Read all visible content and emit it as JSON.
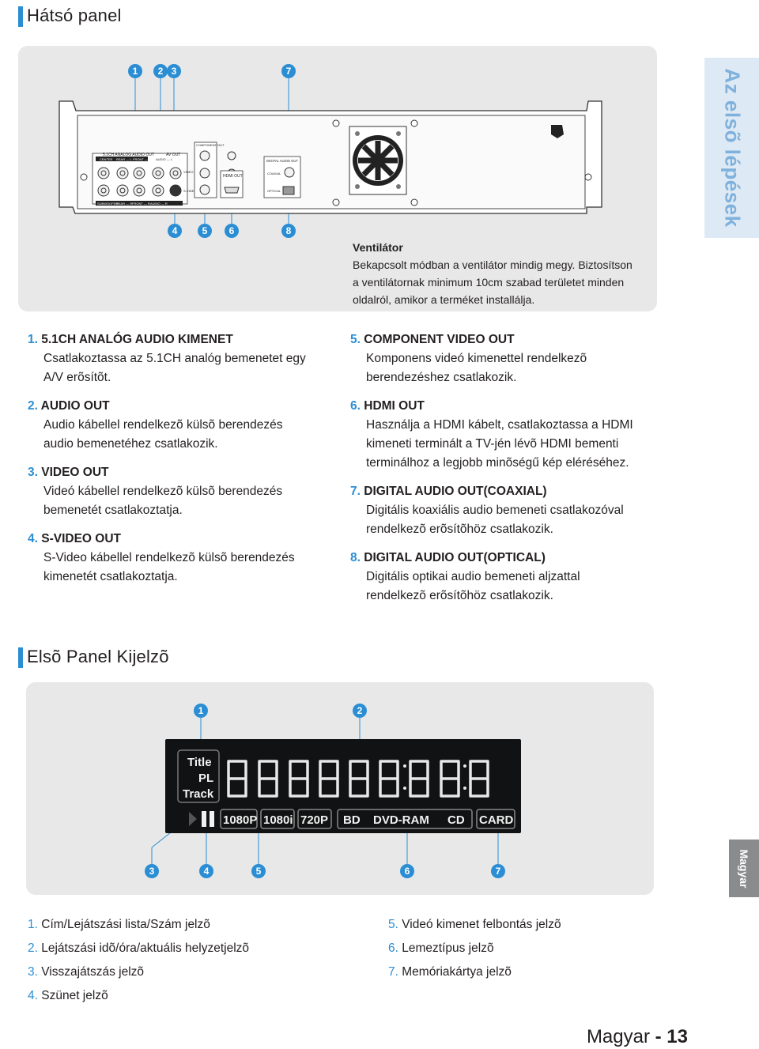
{
  "rear": {
    "title": "Hátsó panel",
    "callouts_top": [
      "1",
      "2",
      "3",
      "7"
    ],
    "callouts_bottom": [
      "4",
      "5",
      "6",
      "8"
    ],
    "device_labels": {
      "analog": "5.1CH ANALOG AUDIO OUT",
      "center": "CENTER",
      "rear": "REAR — L",
      "front": "FRONT — L",
      "subwoofer": "SUBWOOFER",
      "rear_r": "REAR — R",
      "front_r": "FRONT — R",
      "av": "AV OUT",
      "audio": "AUDIO — L",
      "audio_r": "AUDIO — R",
      "video": "VIDEO",
      "svideo": "S-VIDEO",
      "component": "COMPONENT OUT",
      "hdmi": "HDMI OUT",
      "digital": "DIGITAL AUDIO OUT",
      "coaxial": "COAXIAL",
      "optical": "OPTICAL"
    },
    "fan": {
      "title": "Ventilátor",
      "lines": [
        "Bekapcsolt módban a ventilátor mindig megy. Biztosítson",
        "a ventilátornak minimum 10cm szabad területet minden",
        "oldalról, amikor a terméket installálja."
      ]
    },
    "items_left": [
      {
        "num": "1.",
        "title": "5.1CH ANALÓG AUDIO KIMENET",
        "lines": [
          "Csatlakoztassa az 5.1CH analóg bemenetet egy",
          "A/V erõsítõt."
        ]
      },
      {
        "num": "2.",
        "title": "AUDIO OUT",
        "lines": [
          "Audio kábellel rendelkezõ külsõ berendezés",
          "audio bemenetéhez csatlakozik."
        ]
      },
      {
        "num": "3.",
        "title": "VIDEO OUT",
        "lines": [
          "Videó kábellel rendelkezõ külsõ berendezés",
          "bemenetét csatlakoztatja."
        ]
      },
      {
        "num": "4.",
        "title": "S-VIDEO OUT",
        "lines": [
          "S-Video kábellel rendelkezõ külsõ berendezés",
          "kimenetét csatlakoztatja."
        ]
      }
    ],
    "items_right": [
      {
        "num": "5.",
        "title": "COMPONENT VIDEO OUT",
        "lines": [
          "Komponens videó kimenettel rendelkezõ",
          "berendezéshez csatlakozik."
        ]
      },
      {
        "num": "6.",
        "title": "HDMI OUT",
        "lines": [
          "Használja a HDMI kábelt, csatlakoztassa a HDMI",
          "kimeneti terminált a TV-jén lévõ HDMI bementi",
          "terminálhoz a legjobb minõségű kép eléréséhez."
        ]
      },
      {
        "num": "7.",
        "title": "DIGITAL AUDIO OUT(COAXIAL)",
        "lines": [
          "Digitális koaxiális audio bemeneti csatlakozóval",
          "rendelkezõ erõsítõhöz csatlakozik."
        ]
      },
      {
        "num": "8.",
        "title": "DIGITAL AUDIO OUT(OPTICAL)",
        "lines": [
          "Digitális optikai audio bemeneti aljzattal",
          "rendelkezõ erõsítõhöz csatlakozik."
        ]
      }
    ]
  },
  "front": {
    "title": "Elsõ Panel Kijelzõ",
    "callouts_top": [
      "1",
      "2"
    ],
    "callouts_bottom": [
      "3",
      "4",
      "5",
      "6",
      "7"
    ],
    "display": {
      "title": "Title",
      "pl": "PL",
      "track": "Track",
      "res": [
        "1080P",
        "1080i",
        "720P"
      ],
      "disc": [
        "BD",
        "DVD-RAM",
        "CD"
      ],
      "card": "CARD"
    },
    "legend_left": [
      {
        "num": "1.",
        "text": "Cím/Lejátszási lista/Szám jelzõ"
      },
      {
        "num": "2.",
        "text": "Lejátszási idõ/óra/aktuális helyzetjelzõ"
      },
      {
        "num": "3.",
        "text": "Visszajátszás jelzõ"
      },
      {
        "num": "4.",
        "text": "Szünet jelzõ"
      }
    ],
    "legend_right": [
      {
        "num": "5.",
        "text": "Videó kimenet felbontás jelzõ"
      },
      {
        "num": "6.",
        "text": "Lemeztípus jelzõ"
      },
      {
        "num": "7.",
        "text": "Memóriakártya jelzõ"
      }
    ]
  },
  "side_tab": "Az elsõ lépések",
  "lang_tab": "Magyar",
  "footer": {
    "lang": "Magyar",
    "sep": " - ",
    "page": "13"
  },
  "colors": {
    "accent": "#2b8ed4",
    "panel": "#e8e8e9",
    "display": "#111213"
  }
}
